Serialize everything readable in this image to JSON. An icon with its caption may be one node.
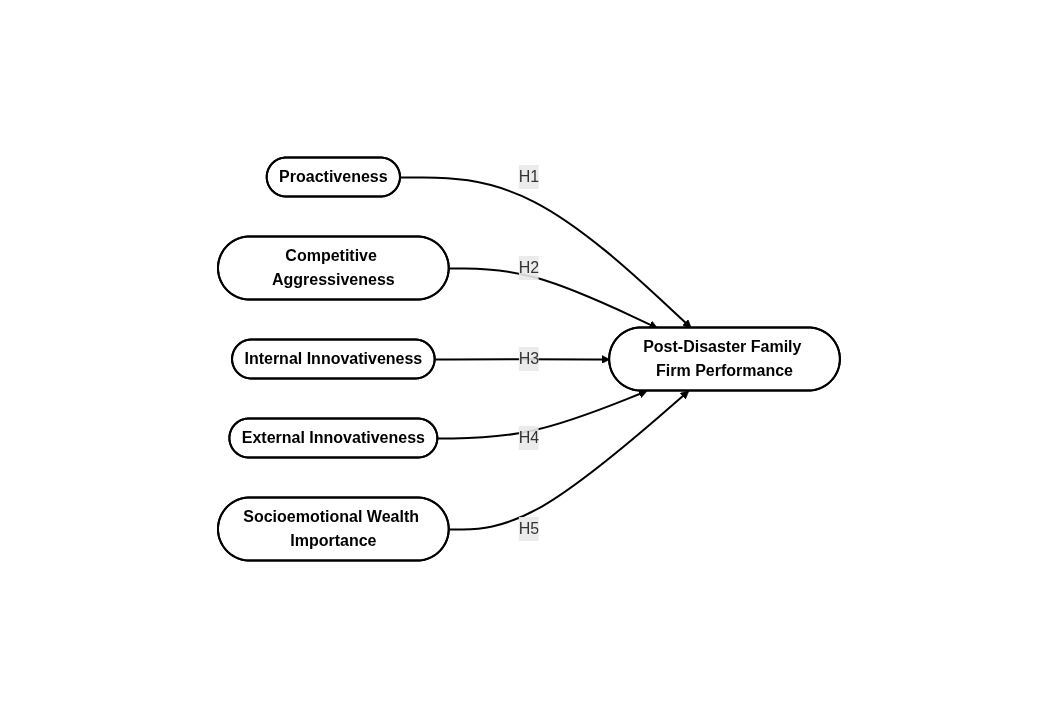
{
  "diagram": {
    "nodes": [
      {
        "text": [
          "Proactiveness"
        ]
      },
      {
        "text": [
          "External Innovativeness"
        ]
      },
      {
        "text": [
          "Competitive Aggressiveness"
        ]
      },
      {
        "text": [
          "Post-Disaster Family Firm Performance"
        ]
      },
      {
        "text": [
          "Internal Innovativeness"
        ]
      },
      {
        "text": [
          "Socioemotional Wealth Importance"
        ]
      }
    ],
    "edges": [
      {
        "from": 0,
        "to": 3,
        "arrow": "to",
        "label": "H1"
      },
      {
        "from": 2,
        "to": 3,
        "arrow": "to",
        "label": "H2"
      },
      {
        "from": 4,
        "to": 3,
        "arrow": "to",
        "label": "H3"
      },
      {
        "from": 1,
        "to": 3,
        "arrow": "to",
        "label": "H4"
      },
      {
        "from": 5,
        "to": 3,
        "arrow": "to",
        "label": "H5"
      }
    ]
  }
}
